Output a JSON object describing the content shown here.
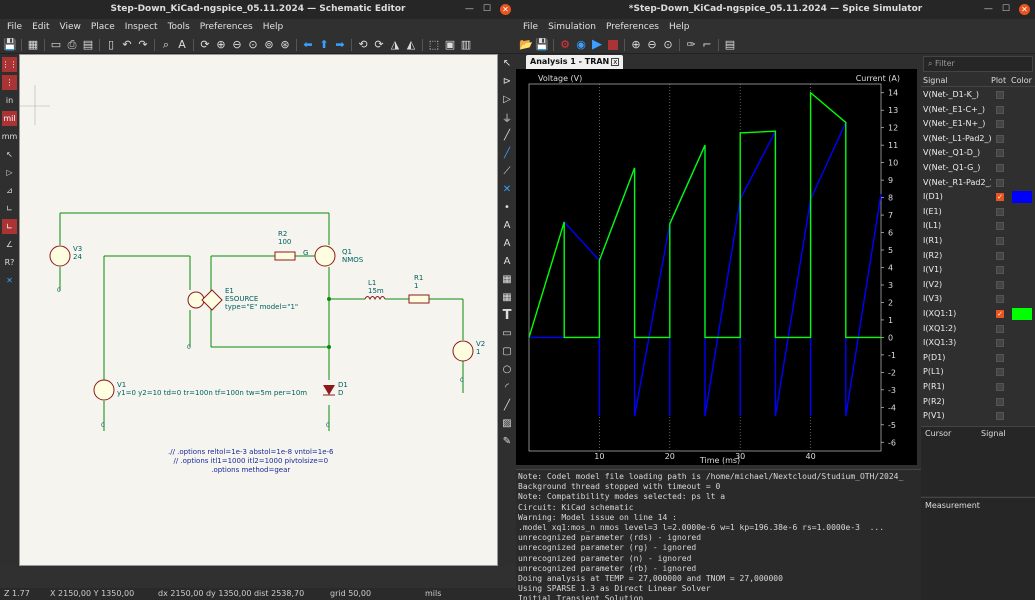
{
  "schematic": {
    "title": "Step-Down_KiCad-ngspice_05.11.2024 — Schematic Editor",
    "menu": [
      "File",
      "Edit",
      "View",
      "Place",
      "Inspect",
      "Tools",
      "Preferences",
      "Help"
    ],
    "status": {
      "z": "Z 1.77",
      "xy": "X 2150,00  Y 1350,00",
      "dxy": "dx 2150,00  dy 1350,00  dist 2538,70",
      "grid": "grid 50,00",
      "units": "mils"
    },
    "components": {
      "v3_ref": "V3",
      "v3_val": "24",
      "r2_ref": "R2",
      "r2_val": "100",
      "g_label": "G",
      "q1_ref": "Q1",
      "q1_val": "NMOS",
      "e1_ref": "E1",
      "e1_val": "ESOURCE",
      "e1_model": "type=\"E\" model=\"1\"",
      "l1_ref": "L1",
      "l1_val": "15m",
      "r1_ref": "R1",
      "r1_val": "1",
      "v2_ref": "V2",
      "v2_val": "1",
      "v1_ref": "V1",
      "v1_val": "y1=0 y2=10 td=0 tr=100n tf=100n tw=5m per=10m",
      "d1_ref": "D1",
      "d1_val": "D",
      "gnd": "0"
    },
    "options": [
      ".// .options reltol=1e-3 abstol=1e-8 vntol=1e-6",
      "// .options itl1=1000 itl2=1000 pivtolsize=0",
      ".options method=gear"
    ]
  },
  "simulator": {
    "title": "*Step-Down_KiCad-ngspice_05.11.2024 — Spice Simulator",
    "menu": [
      "File",
      "Simulation",
      "Preferences",
      "Help"
    ],
    "tab": "Analysis 1 - TRAN",
    "tab_close": "x",
    "filter_placeholder": "Filter",
    "signal_head": {
      "signal": "Signal",
      "plot": "Plot",
      "color": "Color"
    },
    "signals": [
      {
        "name": "V(Net-_D1-K_)",
        "plot": false,
        "color": ""
      },
      {
        "name": "V(Net-_E1-C+_)",
        "plot": false,
        "color": ""
      },
      {
        "name": "V(Net-_E1-N+_)",
        "plot": false,
        "color": ""
      },
      {
        "name": "V(Net-_L1-Pad2_)",
        "plot": false,
        "color": ""
      },
      {
        "name": "V(Net-_Q1-D_)",
        "plot": false,
        "color": ""
      },
      {
        "name": "V(Net-_Q1-G_)",
        "plot": false,
        "color": ""
      },
      {
        "name": "V(Net-_R1-Pad2_)",
        "plot": false,
        "color": ""
      },
      {
        "name": "I(D1)",
        "plot": true,
        "color": "#0000ff"
      },
      {
        "name": "I(E1)",
        "plot": false,
        "color": ""
      },
      {
        "name": "I(L1)",
        "plot": false,
        "color": ""
      },
      {
        "name": "I(R1)",
        "plot": false,
        "color": ""
      },
      {
        "name": "I(R2)",
        "plot": false,
        "color": ""
      },
      {
        "name": "I(V1)",
        "plot": false,
        "color": ""
      },
      {
        "name": "I(V2)",
        "plot": false,
        "color": ""
      },
      {
        "name": "I(V3)",
        "plot": false,
        "color": ""
      },
      {
        "name": "I(XQ1:1)",
        "plot": true,
        "color": "#00ff00"
      },
      {
        "name": "I(XQ1:2)",
        "plot": false,
        "color": ""
      },
      {
        "name": "I(XQ1:3)",
        "plot": false,
        "color": ""
      },
      {
        "name": "P(D1)",
        "plot": false,
        "color": ""
      },
      {
        "name": "P(L1)",
        "plot": false,
        "color": ""
      },
      {
        "name": "P(R1)",
        "plot": false,
        "color": ""
      },
      {
        "name": "P(R2)",
        "plot": false,
        "color": ""
      },
      {
        "name": "P(V1)",
        "plot": false,
        "color": ""
      }
    ],
    "cursor_head": {
      "cursor": "Cursor",
      "signal": "Signal"
    },
    "measurement_head": "Measurement",
    "console": [
      "Note: Codel model file loading path is /home/michael/Nextcloud/Studium_OTH/2024_",
      "Background thread stopped with timeout = 0",
      "Note: Compatibility modes selected: ps lt a",
      "Circuit: KiCad schematic",
      "Warning: Model issue on line 14 :",
      ".model xq1:mos_n nmos level=3 l=2.0000e-6 w=1 kp=196.38e-6 rs=1.0000e-3  ...",
      "unrecognized parameter (rds) - ignored",
      "unrecognized parameter (rg) - ignored",
      "unrecognized parameter (n) - ignored",
      "unrecognized parameter (rb) - ignored",
      "Doing analysis at TEMP = 27,000000 and TNOM = 27,000000",
      "Using SPARSE 1.3 as Direct Linear Solver",
      "Initial Transient Solution"
    ]
  },
  "chart_data": {
    "type": "line",
    "ylabel": "Voltage (V)",
    "y2label": "Current (A)",
    "xlabel": "Time (ms)",
    "x_ticks": [
      10,
      20,
      30,
      40
    ],
    "y2_ticks": [
      14,
      13,
      12,
      11,
      10,
      9,
      8,
      7,
      6,
      5,
      4,
      3,
      2,
      1,
      0,
      -1,
      -2,
      -3,
      -4,
      -5,
      -6
    ],
    "xlim": [
      0,
      50
    ],
    "y2lim": [
      -6.5,
      14.5
    ],
    "series": [
      {
        "name": "I(D1)",
        "color": "#0000ff",
        "x": [
          0,
          5,
          5,
          10,
          10,
          10,
          15,
          15,
          15,
          20,
          20,
          20,
          25,
          25,
          25,
          30,
          30,
          30,
          35,
          35,
          35,
          40,
          40,
          40,
          45,
          45,
          45,
          50
        ],
        "y": [
          0,
          0,
          6.6,
          4.4,
          -4.5,
          4.4,
          9.7,
          0,
          -4.5,
          6.5,
          -4.5,
          6.5,
          11.0,
          0,
          -4.5,
          7.9,
          -4.5,
          7.9,
          11.8,
          0,
          -4.5,
          7.9,
          -4.5,
          7.9,
          12.3,
          0,
          -4.5,
          8.2
        ]
      },
      {
        "name": "I(XQ1:1)",
        "color": "#00ff00",
        "x": [
          0,
          0,
          5,
          5,
          10,
          10,
          15,
          15,
          20,
          20,
          25,
          25,
          30,
          30,
          35,
          35,
          40,
          40,
          45,
          45,
          50
        ],
        "y": [
          0,
          0,
          6.6,
          0,
          0,
          4.4,
          9.7,
          0,
          0,
          6.5,
          11.0,
          0,
          0,
          11.7,
          11.8,
          0,
          0,
          14.0,
          12.3,
          0,
          0
        ]
      }
    ]
  }
}
